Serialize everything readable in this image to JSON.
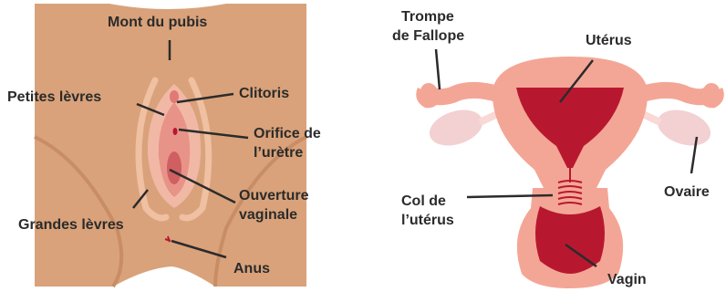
{
  "external": {
    "labels": {
      "mons": "Mont du pubis",
      "clitoris": "Clitoris",
      "labia_minora": "Petites lèvres",
      "urethra_line1": "Orifice de",
      "urethra_line2": "l’urètre",
      "vaginal_line1": "Ouverture",
      "vaginal_line2": "vaginale",
      "labia_majora": "Grandes lèvres",
      "anus": "Anus"
    }
  },
  "internal": {
    "labels": {
      "tube_line1": "Trompe",
      "tube_line2": "de Fallope",
      "uterus": "Utérus",
      "cervix_line1": "Col de",
      "cervix_line2": "l’utérus",
      "ovary": "Ovaire",
      "vagina": "Vagin"
    }
  },
  "colors": {
    "skin": "#d9a27a",
    "skin_shade": "#c98d66",
    "labia_pink": "#f1b8a6",
    "labia_inner": "#e07a74",
    "tissue_pink": "#f4a696",
    "tissue_light": "#f9d8d6",
    "uterus_red": "#b8182f",
    "ovary_pale": "#f3d0d2",
    "line": "#2b2b2b",
    "text": "#2b2b2b"
  }
}
